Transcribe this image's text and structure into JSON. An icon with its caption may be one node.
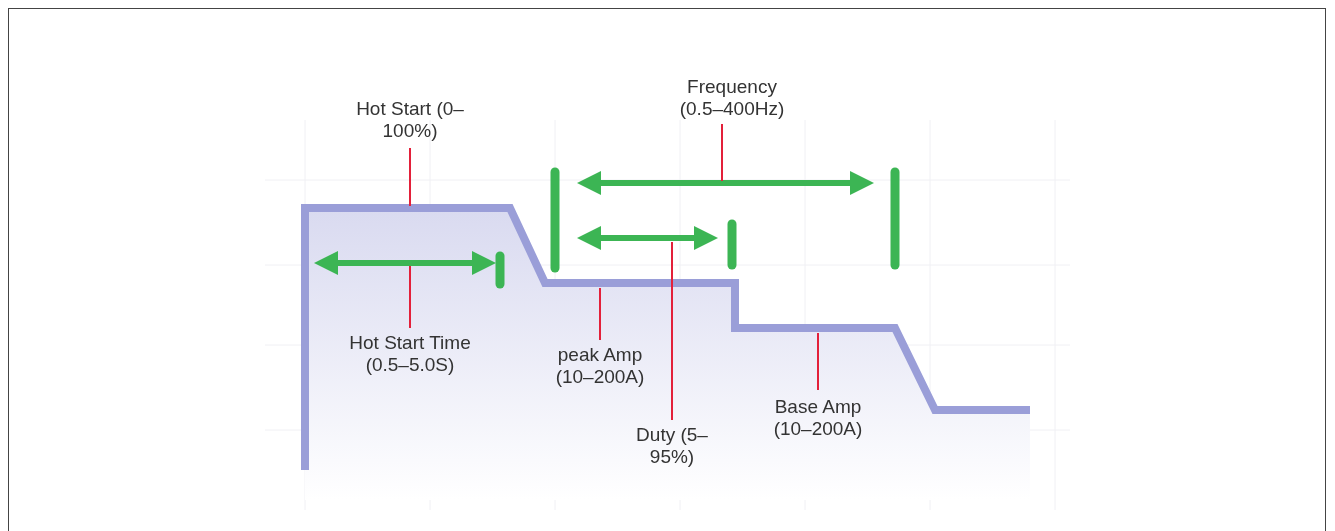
{
  "diagram": {
    "nodes": [
      {
        "text": [
          "Hot Start (0–100%)"
        ]
      },
      {
        "text": [
          "Frequency (0.5–400Hz)"
        ]
      },
      {
        "text": [
          "Hot Start Time (0.5–5.0S)"
        ]
      },
      {
        "text": [
          "peak Amp (10–200A)"
        ]
      },
      {
        "text": [
          "Duty (5–95%)"
        ]
      },
      {
        "text": [
          "Base Amp (10–200A)"
        ]
      }
    ],
    "edges": [
      {
        "from": 0,
        "to": null,
        "arrow": "none"
      },
      {
        "from": 1,
        "to": null,
        "arrow": "none"
      },
      {
        "from": 2,
        "to": null,
        "arrow": "none"
      },
      {
        "from": 3,
        "to": null,
        "arrow": "none"
      },
      {
        "from": 4,
        "to": null,
        "arrow": "none"
      },
      {
        "from": 5,
        "to": null,
        "arrow": "none"
      }
    ]
  }
}
